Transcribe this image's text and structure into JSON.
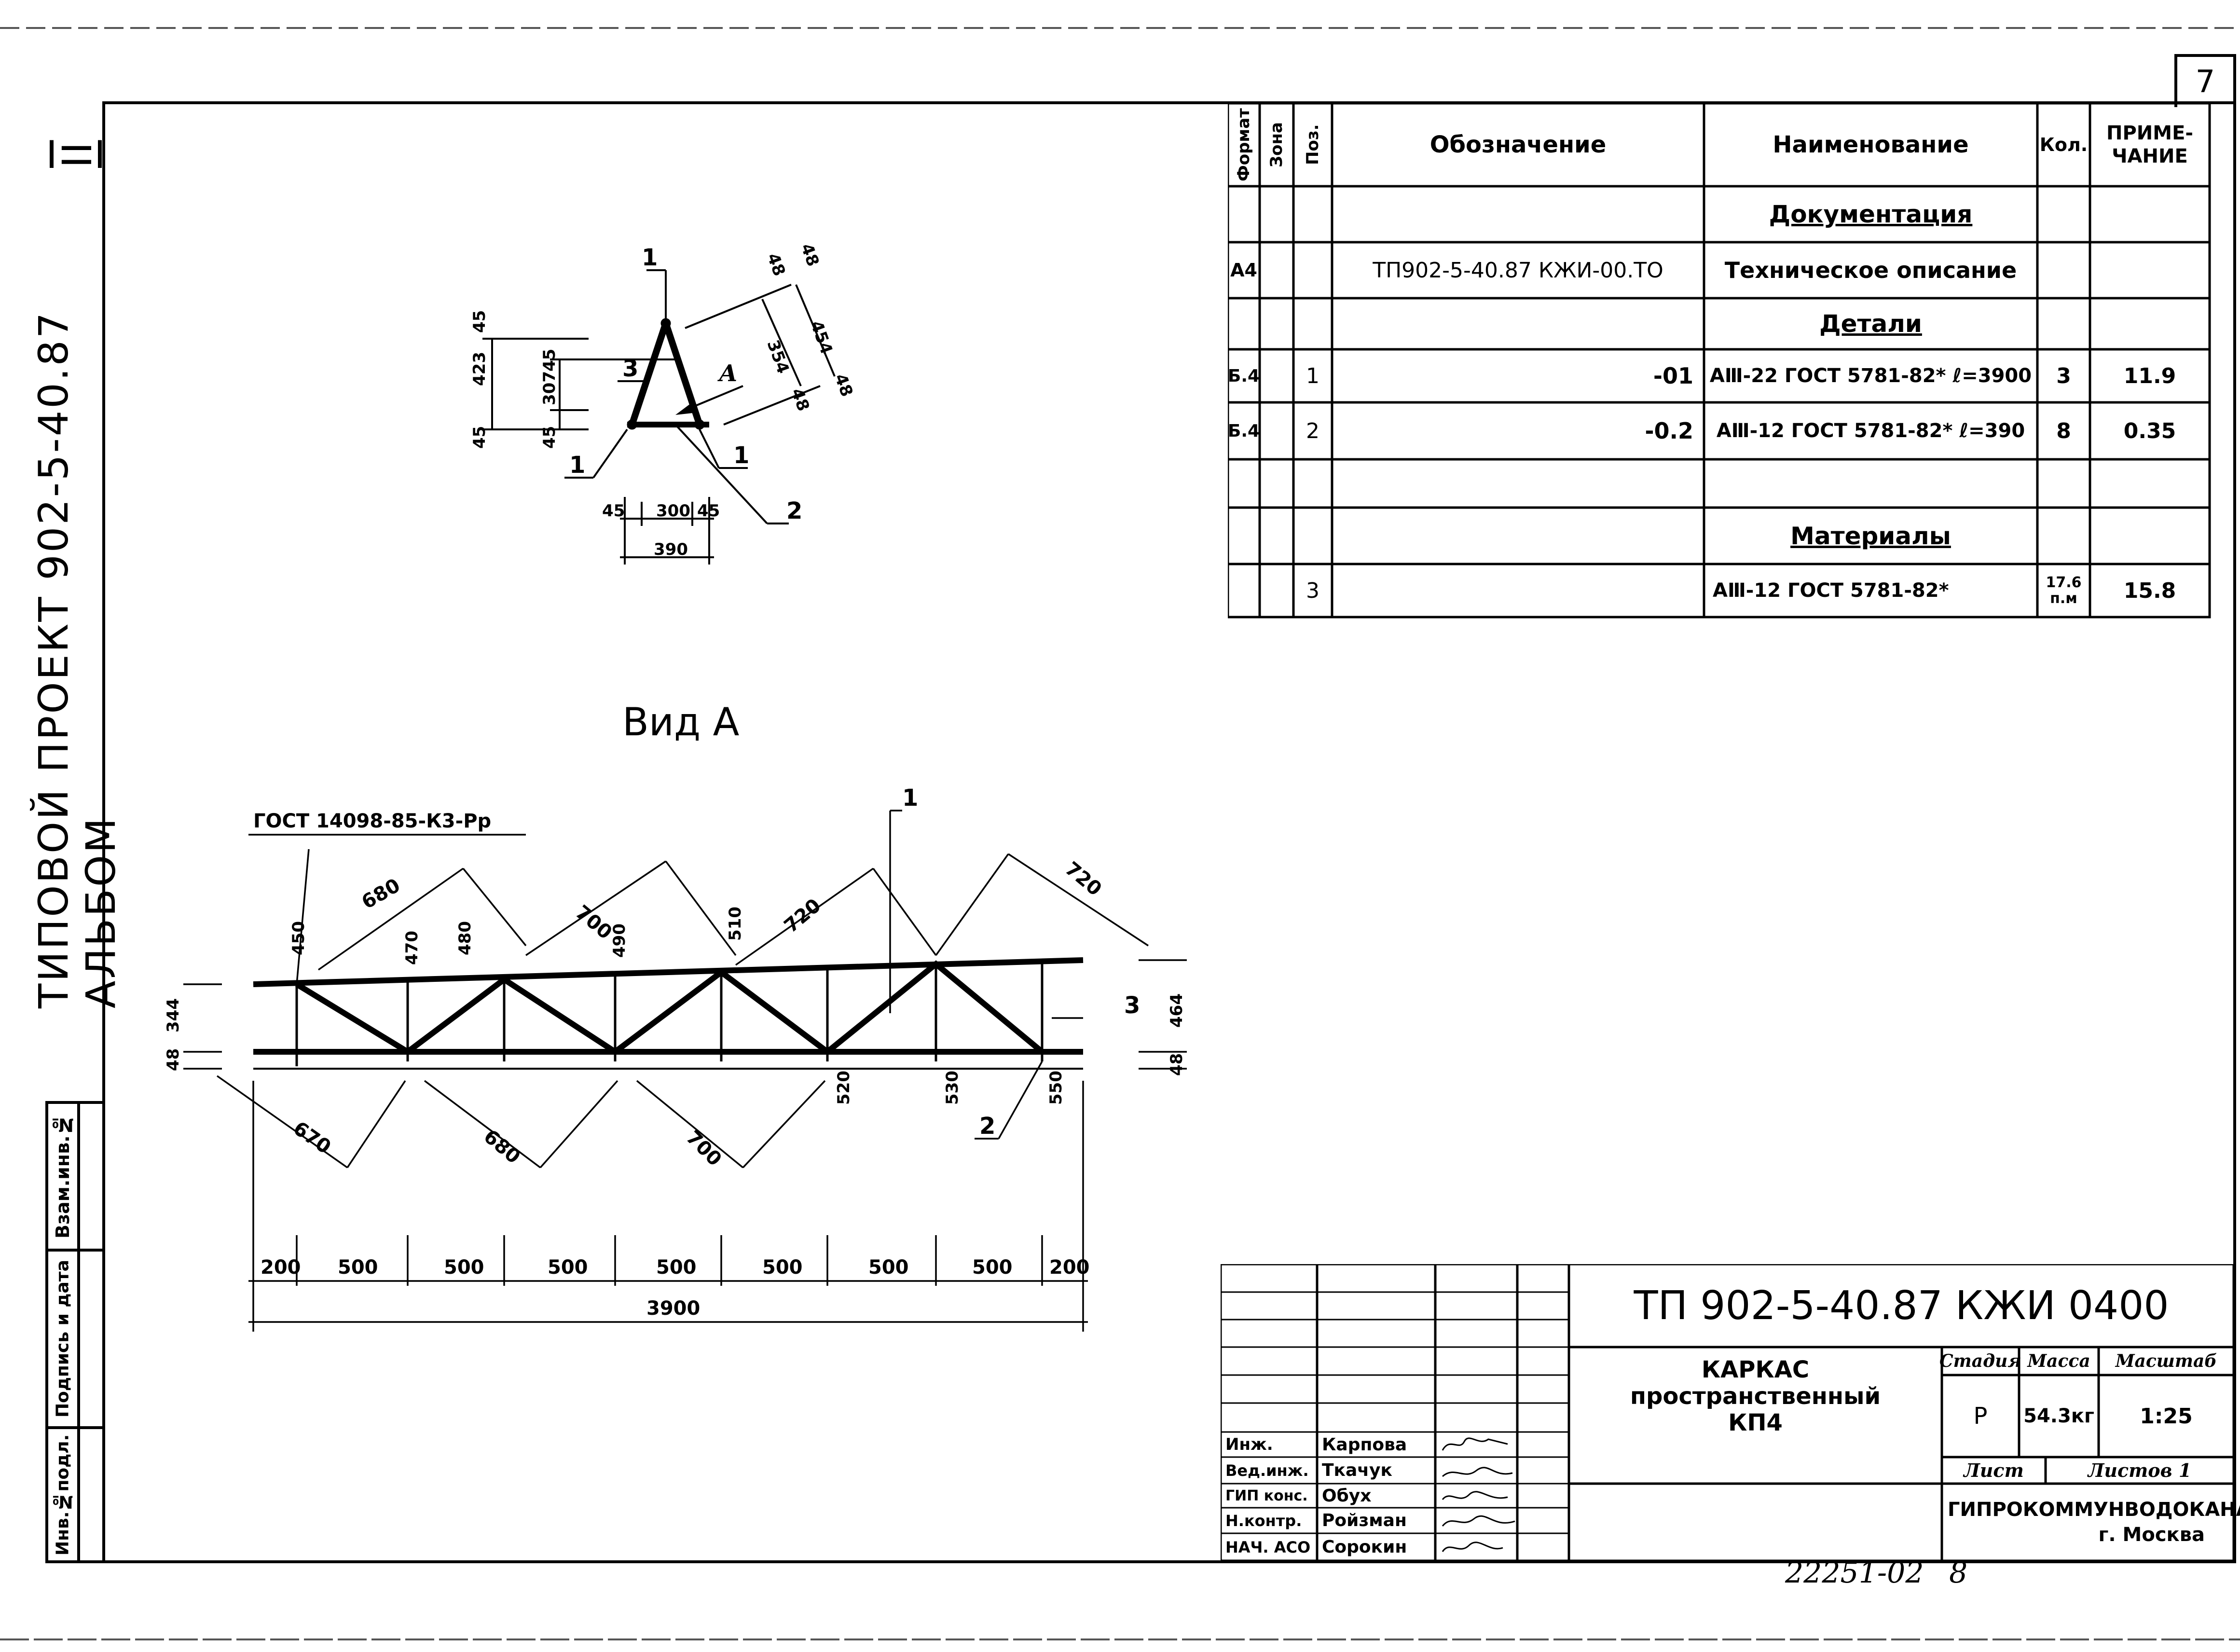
{
  "sheet_number": "7",
  "side": {
    "title": "ТИПОВОЙ  ПРОЕКТ 902-5-40.87    АЛЬБОМ",
    "album_roman": "II",
    "stamp": [
      "Инв.№подл.",
      "Подпись и дата",
      "Взам.инв.№"
    ]
  },
  "spec": {
    "headers": {
      "format": "Формат",
      "zone": "Зона",
      "pos": "Поз.",
      "designation": "Обозначение",
      "name": "Наименование",
      "qty": "Кол.",
      "note": "ПРИМЕ- ЧАНИЕ"
    },
    "rows": [
      {
        "format": "",
        "zone": "",
        "pos": "",
        "designation": "",
        "name": "Документация",
        "qty": "",
        "note": ""
      },
      {
        "format": "А4",
        "zone": "",
        "pos": "",
        "designation": "ТП902-5-40.87      КЖИ-00.ТО",
        "name": "Техническое описание",
        "qty": "",
        "note": ""
      },
      {
        "format": "",
        "zone": "",
        "pos": "",
        "designation": "",
        "name": "Детали",
        "qty": "",
        "note": ""
      },
      {
        "format": "Б.4",
        "zone": "",
        "pos": "1",
        "designation": "-01",
        "name": "АⅢ-22 ГОСТ 5781-82* ℓ=3900",
        "qty": "3",
        "note": "11.9"
      },
      {
        "format": "Б.4",
        "zone": "",
        "pos": "2",
        "designation": "-0.2",
        "name": "АⅢ-12 ГОСТ 5781-82* ℓ=390",
        "qty": "8",
        "note": "0.35"
      },
      {
        "format": "",
        "zone": "",
        "pos": "",
        "designation": "",
        "name": "",
        "qty": "",
        "note": ""
      },
      {
        "format": "",
        "zone": "",
        "pos": "",
        "designation": "",
        "name": "Материалы",
        "qty": "",
        "note": ""
      },
      {
        "format": "",
        "zone": "",
        "pos": "3",
        "designation": "",
        "name": "АⅢ-12 ГОСТ 5781-82*",
        "qty": "17.6 п.м",
        "note": "15.8"
      }
    ]
  },
  "section": {
    "dims": {
      "d45a": "45",
      "d423": "423",
      "d45b": "45",
      "d307": "307",
      "d45c": "45",
      "d45d": "45",
      "d48a": "48",
      "d48b": "48",
      "d354": "354",
      "d454": "454",
      "d48c": "48",
      "d48d": "48",
      "w45a": "45",
      "w300": "300",
      "w45b": "45",
      "w390": "390"
    },
    "labels": {
      "p1a": "1",
      "p1b": "1",
      "p1c": "1",
      "p2": "2",
      "p3": "3",
      "viewA": "А"
    }
  },
  "view_title": "Вид А",
  "elevation": {
    "weld_note": "ГОСТ 14098-85-К3-Рр",
    "diag_top": [
      "680",
      "700",
      "720",
      "720"
    ],
    "diag_bottom": [
      "670",
      "680",
      "700"
    ],
    "posts_top": [
      "450",
      "470",
      "480",
      "490",
      "510"
    ],
    "posts_bottom": [
      "520",
      "530",
      "550"
    ],
    "left_dims": [
      "344",
      "48"
    ],
    "right_dims": [
      "464",
      "48"
    ],
    "pos_labels": {
      "p1": "1",
      "p2": "2",
      "p3": "3"
    },
    "spacing": [
      "200",
      "500",
      "500",
      "500",
      "500",
      "500",
      "500",
      "500",
      "200"
    ],
    "overall": "3900"
  },
  "title_block": {
    "code": "ТП 902-5-40.87 КЖИ 0400",
    "object": [
      "КАРКАС",
      "пространственный",
      "КП4"
    ],
    "stage_label": "Стадия",
    "mass_label": "Масса",
    "scale_label": "Масштаб",
    "stage": "Р",
    "mass": "54.3кг",
    "scale": "1:25",
    "sheet_label": "Лист",
    "sheets_label": "Листов 1",
    "org": [
      "ГИПРОКОММУНВОДОКАНАЛ",
      "г. Москва"
    ],
    "people": [
      {
        "role": "Инж.",
        "name": "Карпова"
      },
      {
        "role": "Вед.инж.",
        "name": "Ткачук"
      },
      {
        "role": "ГИП конс.",
        "name": "Обух"
      },
      {
        "role": "Н.контр.",
        "name": "Ройзман"
      },
      {
        "role": "НАЧ. АСО",
        "name": "Сорокин"
      }
    ]
  },
  "footer": {
    "number": "22251-02",
    "page": "8"
  }
}
